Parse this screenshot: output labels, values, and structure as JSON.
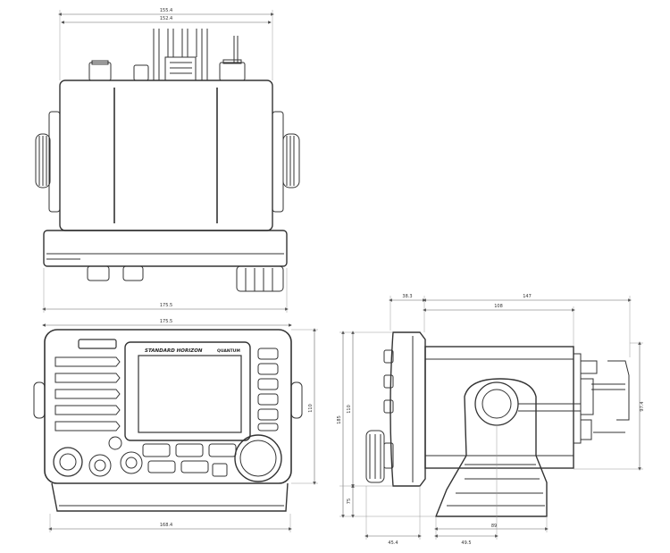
{
  "top_view": {
    "dims": {
      "outer_width": "155.4",
      "inner_width": "152.4",
      "base_width": "175.5"
    }
  },
  "front_view": {
    "brand": "STANDARD HORIZON",
    "model": "QUANTUM",
    "dims": {
      "top_width": "175.5",
      "bottom_width": "168.4",
      "height": "110"
    }
  },
  "side_view": {
    "dims": {
      "front_depth": "38.3",
      "total_depth": "147",
      "body_depth": "108",
      "height_185": "185",
      "height_110": "110",
      "height_97": "97.4",
      "base_height": "75",
      "base_front": "45.4",
      "base_mid": "49.5",
      "base_rear": "89"
    }
  }
}
